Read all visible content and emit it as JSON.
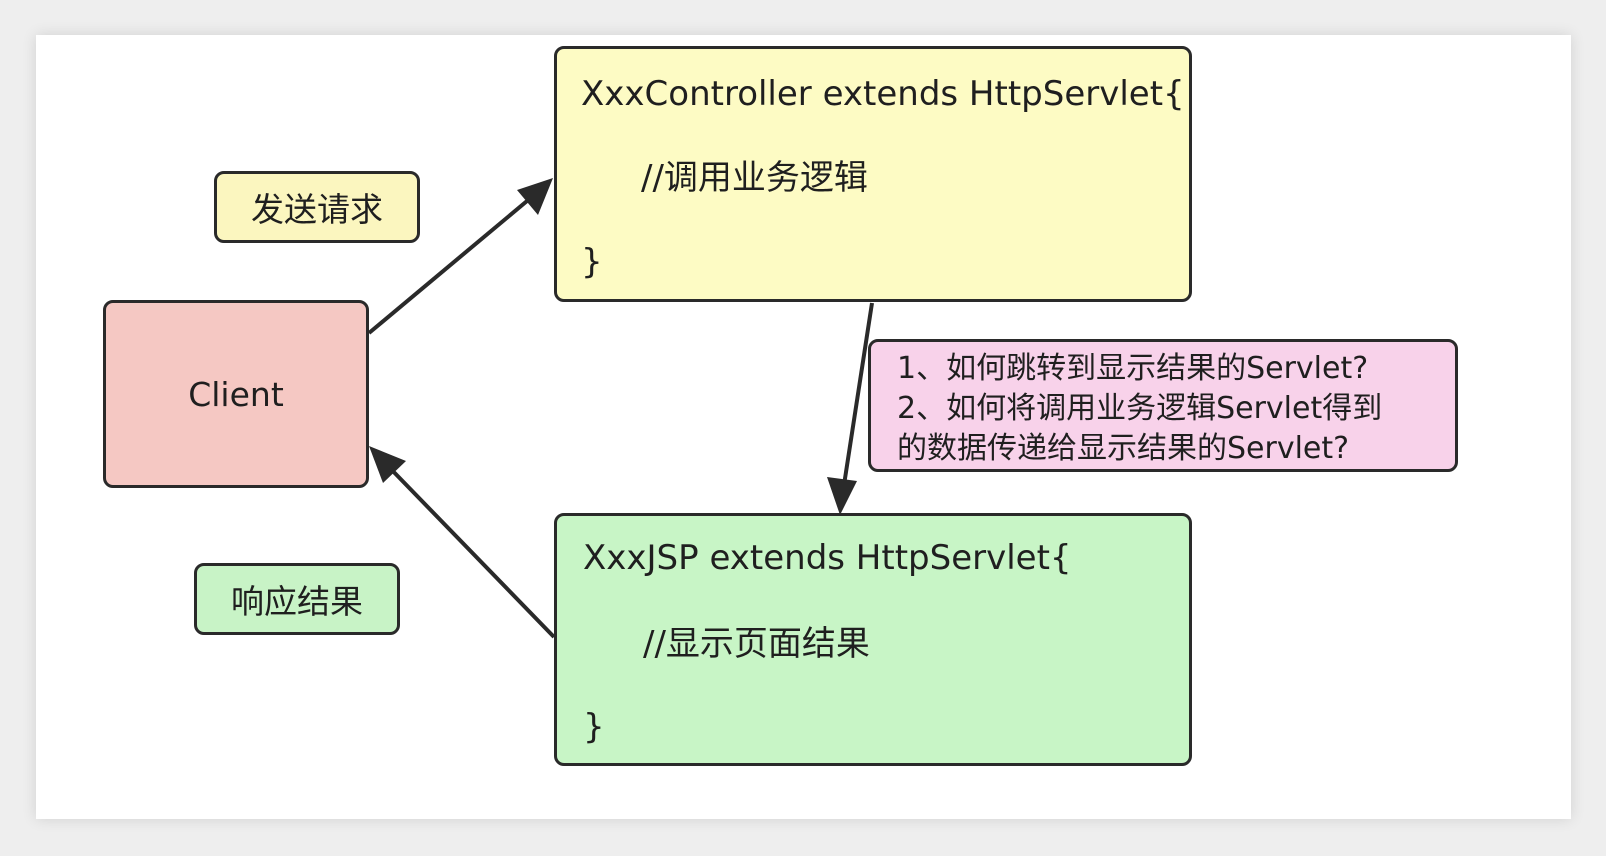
{
  "client": {
    "label": "Client"
  },
  "request_label": "发送请求",
  "response_label": "响应结果",
  "controller": {
    "line1": "XxxController extends HttpServlet{",
    "line2": "//调用业务逻辑",
    "line3": "}"
  },
  "jsp": {
    "line1": "XxxJSP extends HttpServlet{",
    "line2": "//显示页面结果",
    "line3": "}"
  },
  "note": {
    "line1": "1、如何跳转到显示结果的Servlet?",
    "line2": "2、如何将调用业务逻辑Servlet得到",
    "line3": "的数据传递给显示结果的Servlet?"
  },
  "colors": {
    "client_fill": "#f5c8c3",
    "controller_fill": "#fdfbc4",
    "jsp_fill": "#c8f5c6",
    "note_fill": "#f8d2ea",
    "stroke": "#2a2a2a"
  }
}
